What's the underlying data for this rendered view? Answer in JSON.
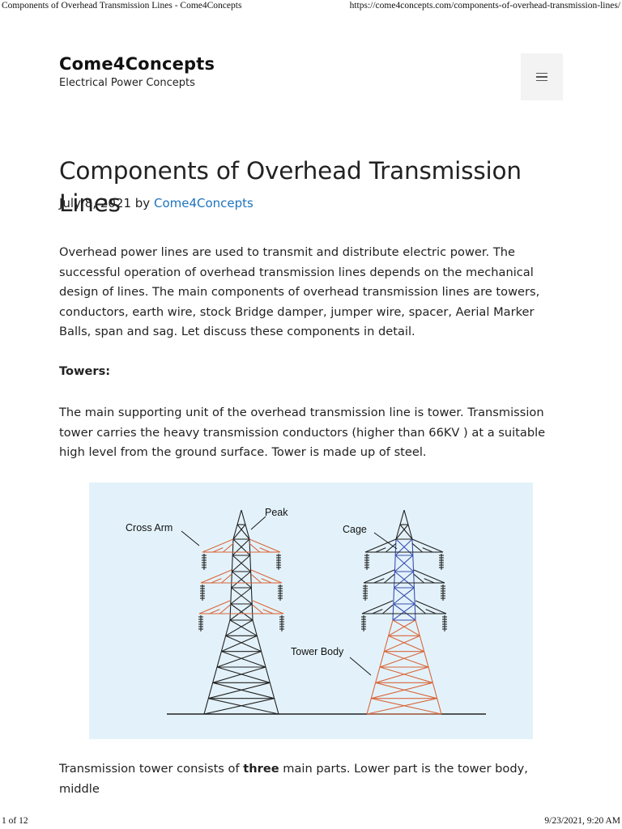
{
  "print_header": {
    "page_title": "Components of Overhead Transmission Lines - Come4Concepts",
    "url": "https://come4concepts.com/components-of-overhead-transmission-lines/"
  },
  "site": {
    "title": "Come4Concepts",
    "tagline": "Electrical Power Concepts",
    "menu_icon": "hamburger-icon"
  },
  "article": {
    "title": "Components of Overhead Transmission Lines",
    "date": "July 8, 2021",
    "by": "by",
    "author": "Come4Concepts",
    "intro": "Overhead power lines are used to transmit and distribute electric power. The successful operation of overhead transmission lines depends on the mechanical design of lines. The main components of overhead transmission lines are towers, conductors, earth wire, stock Bridge damper, jumper wire, spacer, Aerial Marker Balls, span and sag. Let discuss these components in detail.",
    "towers_heading": "Towers:",
    "towers_text": "The main supporting unit of the overhead transmission line is tower. Transmission tower carries the heavy transmission conductors (higher than 66KV ) at a suitable high level from the ground surface. Tower is made up of steel.",
    "parts_text_before": "Transmission tower consists of ",
    "parts_text_bold": "three",
    "parts_text_after": " main parts. Lower part is the tower body, middle"
  },
  "figure": {
    "labels": {
      "cross_arm": "Cross Arm",
      "peak": "Peak",
      "cage": "Cage",
      "tower_body": "Tower Body"
    },
    "colors": {
      "background": "#e3f2fa",
      "structure": "#222222",
      "highlight_orange": "#d9663a",
      "highlight_blue": "#3a4fb0"
    }
  },
  "print_footer": {
    "page": "1 of 12",
    "datetime": "9/23/2021, 9:20 AM"
  }
}
